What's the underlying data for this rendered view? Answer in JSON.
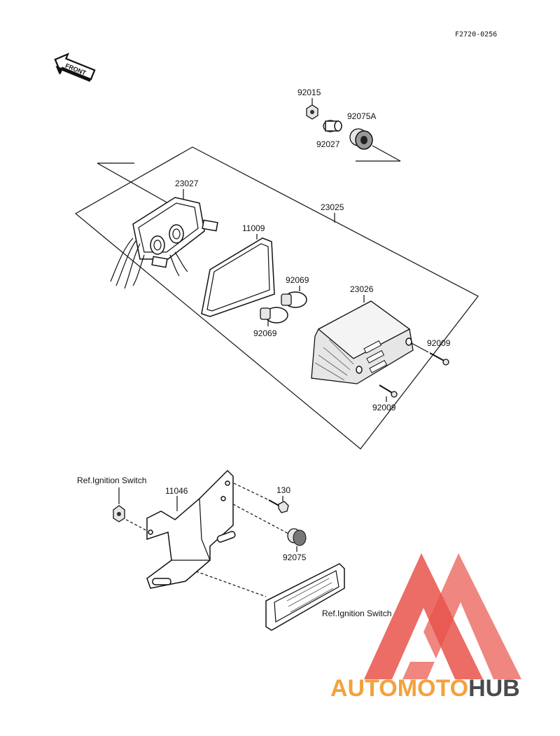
{
  "diagram_code": "F2720-0256",
  "front_label": "FRONT",
  "parts": {
    "p92015": "92015",
    "p92027": "92027",
    "p92075A": "92075A",
    "p23027": "23027",
    "p23025": "23025",
    "p11009": "11009",
    "p92069_top": "92069",
    "p92069_bottom": "92069",
    "p23026": "23026",
    "p92009_right": "92009",
    "p92009_bottom": "92009",
    "p11046": "11046",
    "p130": "130",
    "p92075": "92075"
  },
  "refs": {
    "ignition_switch_left": "Ref.Ignition Switch",
    "ignition_switch_right": "Ref.Ignition Switch"
  },
  "watermark": {
    "text_part1": "AUTOMOTO",
    "text_part2": "HUB",
    "color_part1": "#f4a13c",
    "color_part2": "#4a4a4a",
    "triangle_color": "#e8534a"
  }
}
